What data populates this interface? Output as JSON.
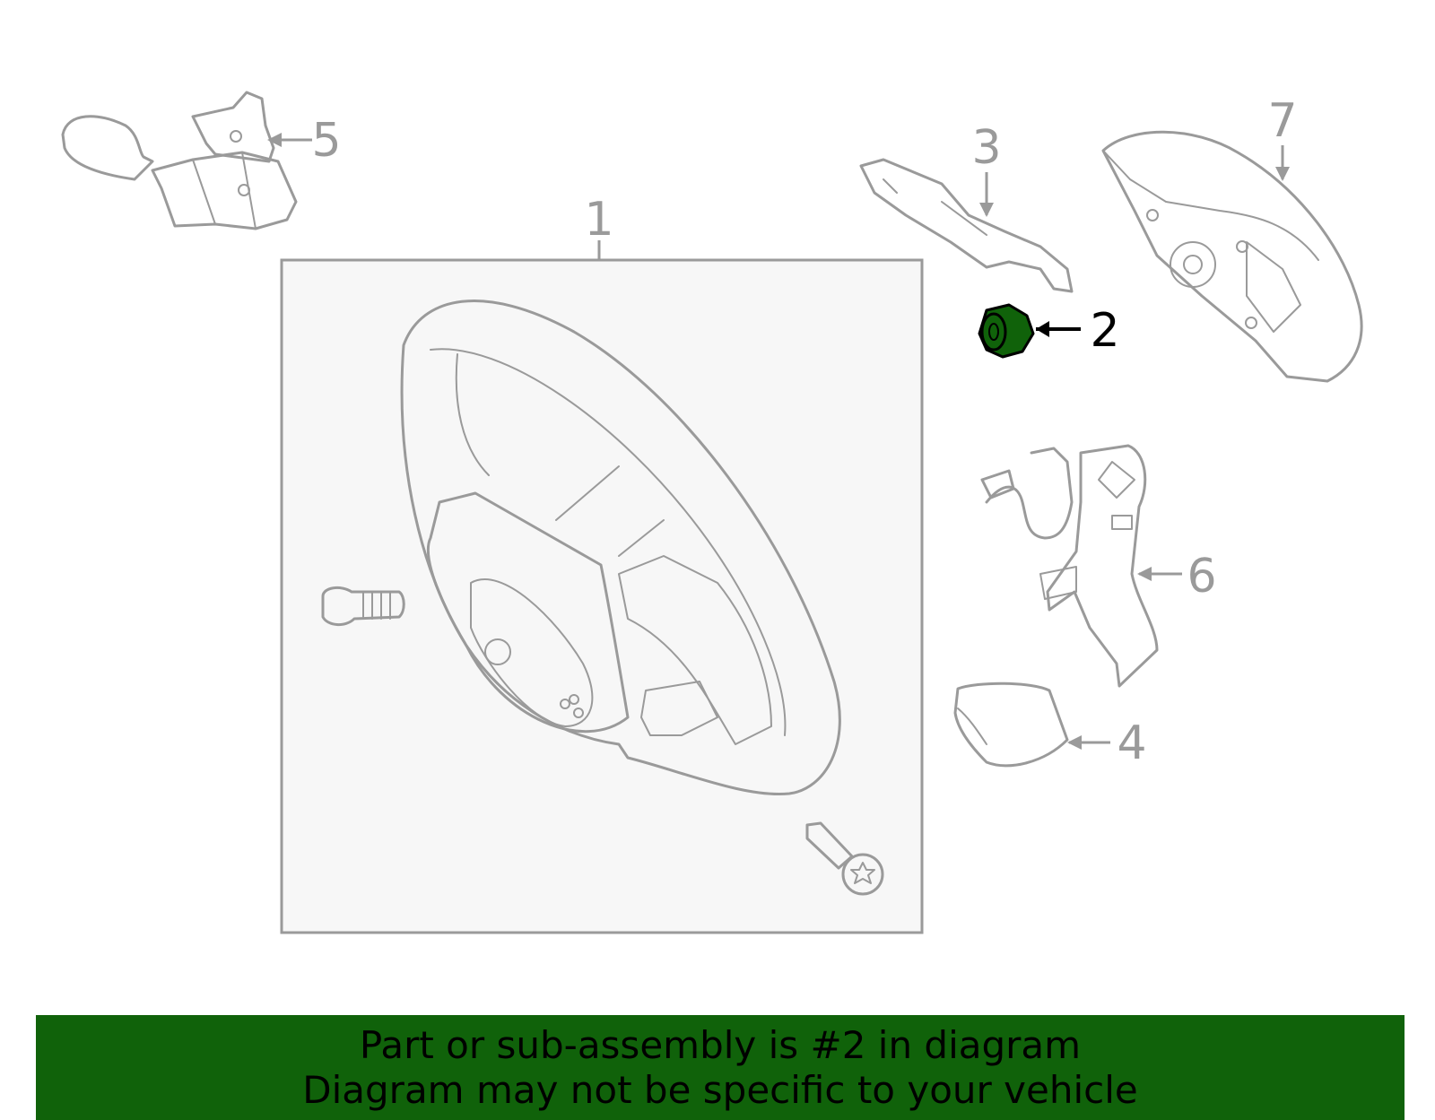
{
  "callouts": {
    "part_1": "1",
    "part_2": "2",
    "part_3": "3",
    "part_4": "4",
    "part_5": "5",
    "part_6": "6",
    "part_7": "7"
  },
  "highlight": {
    "part": "2",
    "color": "#10620a"
  },
  "colors": {
    "line_art": "#9a9a9a",
    "highlight_fill": "#10620a",
    "banner_bg": "#10620a",
    "box_bg": "#f7f7f7"
  },
  "banner": {
    "line1": "Part or sub-assembly is #2 in diagram",
    "line2": "Diagram may not be specific to your vehicle"
  }
}
